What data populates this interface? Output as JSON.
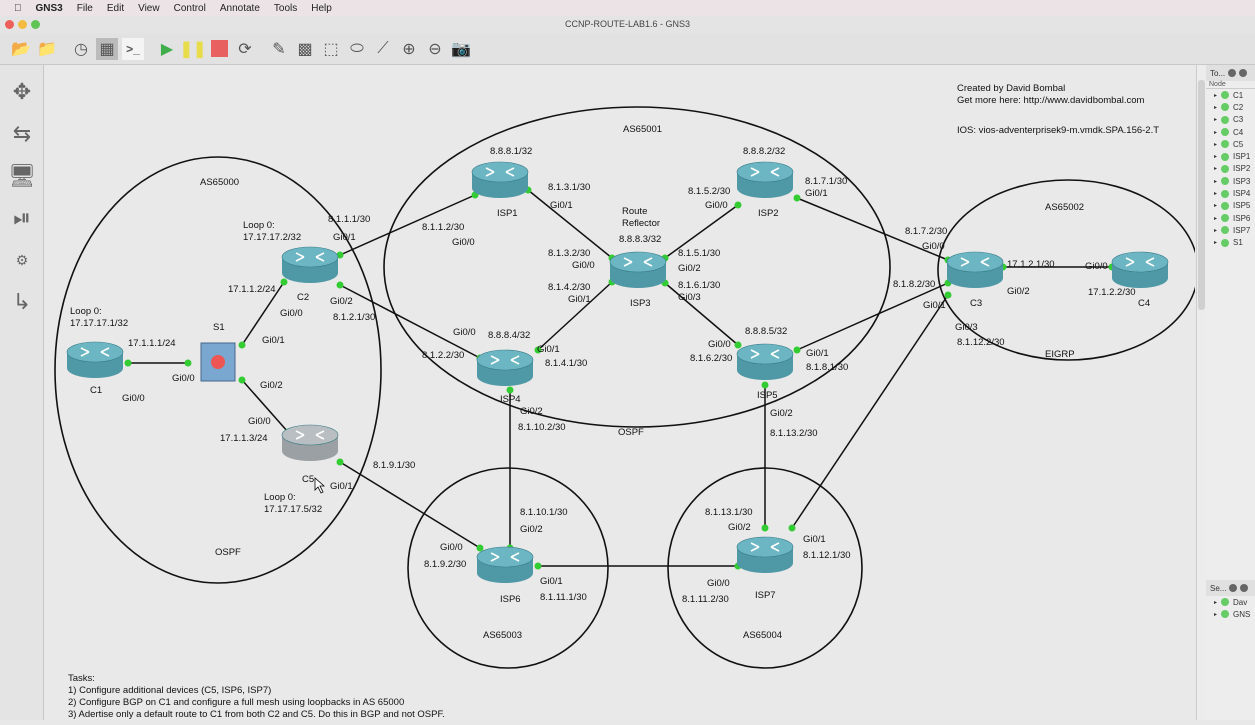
{
  "menu": {
    "app": "GNS3",
    "items": [
      "File",
      "Edit",
      "View",
      "Control",
      "Annotate",
      "Tools",
      "Help"
    ]
  },
  "window": {
    "title": "CCNP-ROUTE-LAB1.6 - GNS3"
  },
  "toolbar": [
    "new-project",
    "open-project",
    "snapshot",
    "show-interface-labels",
    "console",
    "start",
    "suspend",
    "stop",
    "reload",
    "add-note",
    "insert-picture",
    "draw-rectangle",
    "draw-ellipse",
    "draw-line",
    "zoom-in",
    "zoom-out",
    "screenshot"
  ],
  "leftbar": [
    "routers",
    "switches",
    "end-devices",
    "security-devices",
    "all-devices",
    "add-link"
  ],
  "topology_panel": {
    "title": "To...",
    "header": "Node",
    "nodes": [
      "C1",
      "C2",
      "C3",
      "C4",
      "C5",
      "ISP1",
      "ISP2",
      "ISP3",
      "ISP4",
      "ISP5",
      "ISP6",
      "ISP7",
      "S1"
    ]
  },
  "servers_panel": {
    "title": "Se...",
    "items": [
      "Dav",
      "GNS"
    ]
  },
  "status_color": "#66cc66",
  "devices": [
    "C1",
    "C2",
    "C5",
    "S1",
    "ISP1",
    "ISP2",
    "ISP3",
    "ISP4",
    "ISP5",
    "C3",
    "C4",
    "ISP6",
    "ISP7"
  ],
  "labels": [
    "AS65000",
    "Loop 0:",
    "17.17.17.1/32",
    "17.1.1.1/24",
    "Gi0/0",
    "Gi0/0",
    "Gi0/1",
    "Gi0/2",
    "Loop 0:",
    "17.17.17.2/32",
    "17.1.1.2/24",
    "Gi0/0",
    "8.1.1.1/30",
    "Gi0/1",
    "Gi0/2",
    "8.1.2.1/30",
    "Gi0/0",
    "17.1.1.3/24",
    "Gi0/1",
    "Loop 0:",
    "17.17.17.5/32",
    "8.1.9.1/30",
    "OSPF",
    "AS65001",
    "8.8.8.1/32",
    "8.1.1.2/30",
    "Gi0/0",
    "8.1.3.1/30",
    "Gi0/1",
    "Route",
    "Reflector",
    "8.8.8.3/32",
    "8.1.3.2/30",
    "Gi0/0",
    "8.1.4.2/30",
    "Gi0/1",
    "8.1.5.1/30",
    "Gi0/2",
    "8.1.6.1/30",
    "Gi0/3",
    "8.8.8.2/32",
    "8.1.5.2/30",
    "Gi0/0",
    "8.1.7.1/30",
    "Gi0/1",
    "Gi0/0",
    "8.8.8.4/32",
    "8.1.2.2/30",
    "Gi0/1",
    "8.1.4.1/30",
    "Gi0/2",
    "8.1.10.2/30",
    "OSPF",
    "8.8.8.5/32",
    "Gi0/0",
    "8.1.6.2/30",
    "Gi0/1",
    "8.1.8.1/30",
    "Gi0/2",
    "8.1.13.2/30",
    "AS65002",
    "8.1.7.2/30",
    "Gi0/0",
    "8.1.8.2/30",
    "Gi0/1",
    "Gi0/2",
    "17.1.2.1/30",
    "Gi0/3",
    "8.1.12.2/30",
    "EIGRP",
    "Gi0/0",
    "17.1.2.2/30",
    "8.1.10.1/30",
    "Gi0/2",
    "Gi0/0",
    "8.1.9.2/30",
    "Gi0/1",
    "8.1.11.1/30",
    "AS65003",
    "8.1.13.1/30",
    "Gi0/2",
    "Gi0/1",
    "8.1.12.1/30",
    "Gi0/0",
    "8.1.11.2/30",
    "AS65004"
  ],
  "info": [
    "Created by David Bombal",
    "Get more here: http://www.davidbombal.com",
    "IOS: vios-adventerprisek9-m.vmdk.SPA.156-2.T"
  ],
  "tasks": [
    "Tasks:",
    "1) Configure additional devices (C5, ISP6, ISP7)",
    "2) Configure BGP on C1 and configure a full mesh using loopbacks in AS 65000",
    "3) Adertise only a default route to C1 from both C2 and C5. Do this in BGP and not OSPF."
  ]
}
